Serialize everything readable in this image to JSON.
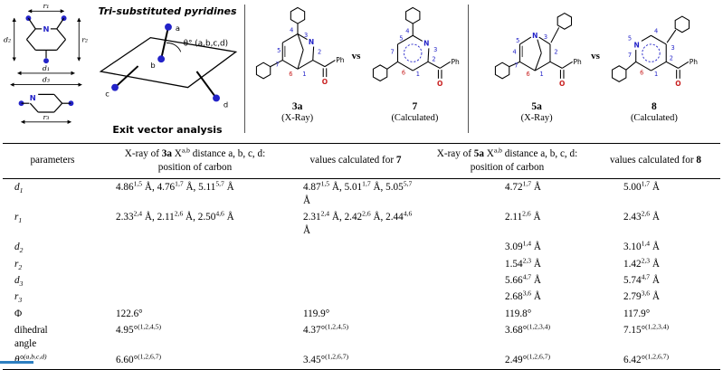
{
  "colors": {
    "accent_blue": "#2323c8",
    "accent_red": "#c81e1e",
    "line": "#000000",
    "footer_line": "#2d7fc1"
  },
  "figure": {
    "schematic": {
      "labels": {
        "r1": "r₁",
        "r2": "r₂",
        "r3": "r₃",
        "d1": "d₁",
        "d2": "d₂",
        "d3": "d₃"
      },
      "n": "N"
    },
    "exit_vector": {
      "title": "Tri-substituted pyridines",
      "caption": "Exit vector analysis",
      "theta": "θ° (a,b,c,d)",
      "pt_a": "a",
      "pt_b": "b",
      "pt_c": "c",
      "pt_d": "d"
    },
    "chem": {
      "ph": "Ph",
      "n": "N",
      "o": "O",
      "vs": "vs",
      "numbers": [
        "1",
        "2",
        "3",
        "4",
        "5",
        "6",
        "7"
      ]
    },
    "structures": [
      {
        "name": "3a",
        "method": "(X-Ray)"
      },
      {
        "name": "7",
        "method": "(Calculated)"
      },
      {
        "name": "5a",
        "method": "(X-Ray)"
      },
      {
        "name": "8",
        "method": "(Calculated)"
      }
    ]
  },
  "table": {
    "headers": [
      {
        "pre": "parameters",
        "name": "",
        "post": ""
      },
      {
        "pre": "X-ray of ",
        "name": "3a",
        "post": " X^{a,b} distance a, b, c, d: position of carbon"
      },
      {
        "pre": "values calculated for ",
        "name": "7",
        "post": ""
      },
      {
        "pre": "X-ray of ",
        "name": "5a",
        "post": " X^{a,b} distance a, b, c, d: position of carbon"
      },
      {
        "pre": "values calculated for ",
        "name": "8",
        "post": ""
      }
    ],
    "rows": [
      {
        "param": "d_{1}",
        "xray3a": "4.86^{1,5} Å, 4.76^{1,7} Å, 5.11^{5,7} Å",
        "calc7": "4.87^{1,5} Å, 5.01^{1,7} Å, 5.05^{5,7} Å",
        "xray5a": "4.72^{1,7} Å",
        "calc8": "5.00^{1,7} Å"
      },
      {
        "param": "r_{1}",
        "xray3a": "2.33^{2,4} Å, 2.11^{2,6} Å, 2.50^{4,6} Å",
        "calc7": "2.31^{2,4} Å, 2.42^{2,6} Å, 2.44^{4,6} Å",
        "xray5a": "2.11^{2,6} Å",
        "calc8": "2.43^{2,6} Å"
      },
      {
        "param": "d_{2}",
        "xray3a": "",
        "calc7": "",
        "xray5a": "3.09^{1,4} Å",
        "calc8": "3.10^{1,4} Å"
      },
      {
        "param": "r_{2}",
        "xray3a": "",
        "calc7": "",
        "xray5a": "1.54^{2,3} Å",
        "calc8": "1.42^{2,3} Å"
      },
      {
        "param": "d_{3}",
        "xray3a": "",
        "calc7": "",
        "xray5a": "5.66^{4,7} Å",
        "calc8": "5.74^{4,7} Å"
      },
      {
        "param": "r_{3}",
        "xray3a": "",
        "calc7": "",
        "xray5a": "2.68^{3,6} Å",
        "calc8": "2.79^{3,6} Å"
      },
      {
        "param": "Φ",
        "xray3a": "122.6°",
        "calc7": "119.9°",
        "xray5a": "119.8°",
        "calc8": "117.9°"
      },
      {
        "param": "dihedral\nangle",
        "xray3a": "4.95°^{(1,2,4,5)}",
        "calc7": "4.37°^{(1,2,4,5)}",
        "xray5a": "3.68°^{(1,2,3,4)}",
        "calc8": "7.15°^{(1,2,3,4)}"
      },
      {
        "param": "θ°^{(a,b,c,d)}",
        "xray3a": "6.60°^{(1,2,6,7)}",
        "calc7": "3.45°^{(1,2,6,7)}",
        "xray5a": "2.49°^{(1,2,6,7)}",
        "calc8": "6.42°^{(1,2,6,7)}"
      }
    ]
  }
}
